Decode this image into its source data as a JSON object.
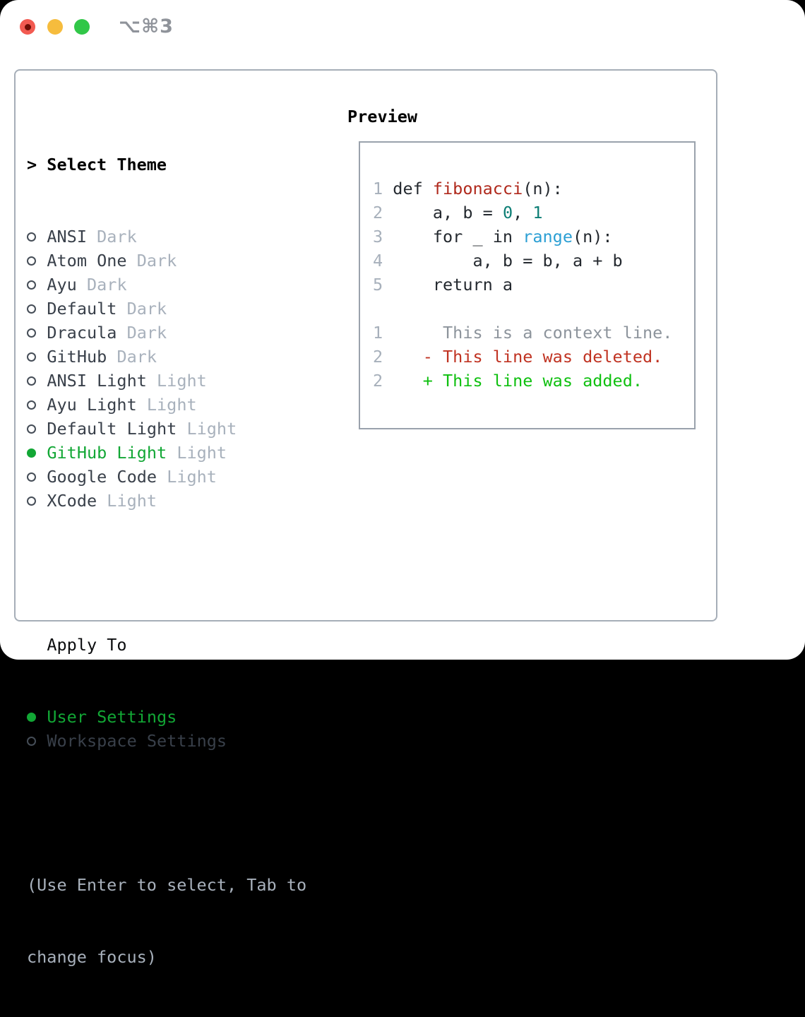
{
  "window": {
    "title": "⌥⌘3",
    "traffic_lights": [
      "close",
      "minimize",
      "zoom"
    ]
  },
  "colors": {
    "selection_green": "#12a735",
    "added_green": "#0fc010",
    "deleted_red": "#c03322",
    "function_red": "#b0291c",
    "number_teal": "#0d7e75",
    "builtin_blue": "#2b9fd4",
    "muted_gray": "#a8b1bc",
    "panel_border": "#a6aeb8"
  },
  "theme_picker": {
    "header": "> Select Theme",
    "themes": [
      {
        "name": "ANSI",
        "variant": "Dark",
        "selected": false
      },
      {
        "name": "Atom One",
        "variant": "Dark",
        "selected": false
      },
      {
        "name": "Ayu",
        "variant": "Dark",
        "selected": false
      },
      {
        "name": "Default",
        "variant": "Dark",
        "selected": false
      },
      {
        "name": "Dracula",
        "variant": "Dark",
        "selected": false
      },
      {
        "name": "GitHub",
        "variant": "Dark",
        "selected": false
      },
      {
        "name": "ANSI Light",
        "variant": "Light",
        "selected": false
      },
      {
        "name": "Ayu Light",
        "variant": "Light",
        "selected": false
      },
      {
        "name": "Default Light",
        "variant": "Light",
        "selected": false
      },
      {
        "name": "GitHub Light",
        "variant": "Light",
        "selected": true
      },
      {
        "name": "Google Code",
        "variant": "Light",
        "selected": false
      },
      {
        "name": "XCode",
        "variant": "Light",
        "selected": false
      }
    ],
    "apply_to": {
      "label": "Apply To",
      "options": [
        {
          "name": "User Settings",
          "selected": true
        },
        {
          "name": "Workspace Settings",
          "selected": false
        }
      ]
    },
    "hint_lines": [
      "(Use Enter to select, Tab to",
      "change focus)"
    ]
  },
  "preview": {
    "title": "Preview",
    "lines": [
      [
        {
          "t": "1 ",
          "c": "ln"
        },
        {
          "t": "def ",
          "c": "fg"
        },
        {
          "t": "fibonacci",
          "c": "fn"
        },
        {
          "t": "(n):",
          "c": "fg"
        }
      ],
      [
        {
          "t": "2 ",
          "c": "ln"
        },
        {
          "t": "    a, b = ",
          "c": "fg"
        },
        {
          "t": "0",
          "c": "num"
        },
        {
          "t": ", ",
          "c": "fg"
        },
        {
          "t": "1",
          "c": "num"
        }
      ],
      [
        {
          "t": "3 ",
          "c": "ln"
        },
        {
          "t": "    for _ in ",
          "c": "fg"
        },
        {
          "t": "range",
          "c": "bi"
        },
        {
          "t": "(n):",
          "c": "fg"
        }
      ],
      [
        {
          "t": "4 ",
          "c": "ln"
        },
        {
          "t": "        a, b = b, a + b",
          "c": "fg"
        }
      ],
      [
        {
          "t": "5 ",
          "c": "ln"
        },
        {
          "t": "    return a",
          "c": "fg"
        }
      ],
      [],
      [
        {
          "t": "1 ",
          "c": "ln"
        },
        {
          "t": "     This is a context line.",
          "c": "ctx"
        }
      ],
      [
        {
          "t": "2 ",
          "c": "ln"
        },
        {
          "t": "   - This line was deleted.",
          "c": "del"
        }
      ],
      [
        {
          "t": "2 ",
          "c": "ln"
        },
        {
          "t": "   + This line was added.",
          "c": "add"
        }
      ]
    ]
  }
}
